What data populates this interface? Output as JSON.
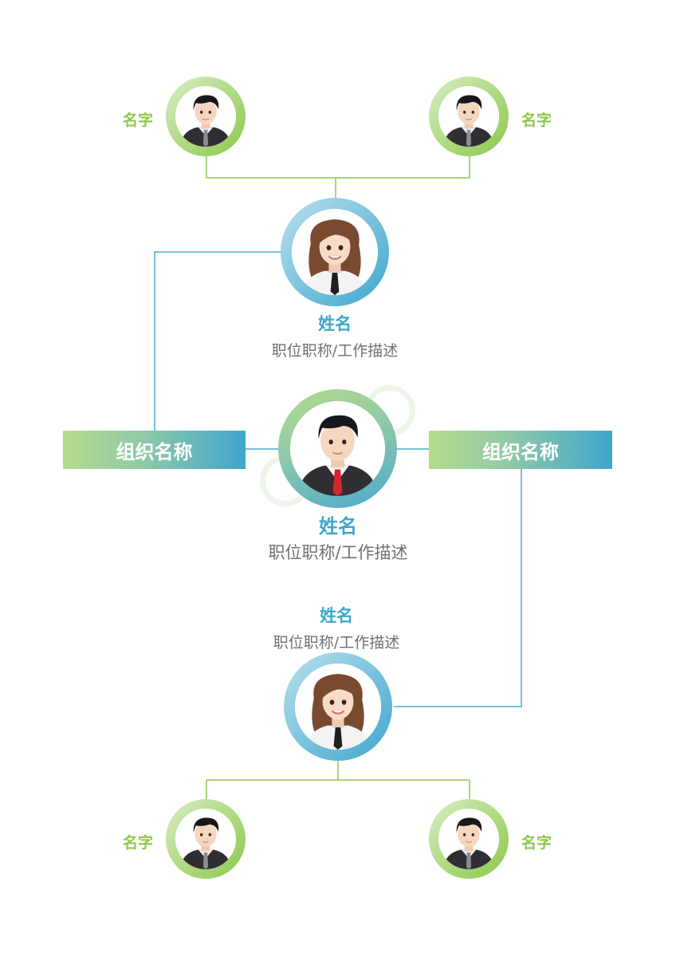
{
  "colors": {
    "green": "#8cc84b",
    "blue": "#3fa6cc",
    "gray_text": "#707070",
    "line_green": "#8cc84b",
    "line_blue": "#49abc9"
  },
  "top_left": {
    "name": "名字",
    "avatar": "male-avatar-icon"
  },
  "top_right": {
    "name": "名字",
    "avatar": "male-avatar-icon"
  },
  "upper_center": {
    "name": "姓名",
    "title": "职位职称/工作描述",
    "avatar": "female-avatar-icon"
  },
  "center": {
    "name": "姓名",
    "title": "职位职称/工作描述",
    "avatar": "male-avatar-icon"
  },
  "org_left": {
    "label": "组织名称"
  },
  "org_right": {
    "label": "组织名称"
  },
  "lower_center": {
    "name": "姓名",
    "title": "职位职称/工作描述",
    "avatar": "female-avatar-icon"
  },
  "bottom_left": {
    "name": "名字",
    "avatar": "male-avatar-icon"
  },
  "bottom_right": {
    "name": "名字",
    "avatar": "male-avatar-icon"
  }
}
